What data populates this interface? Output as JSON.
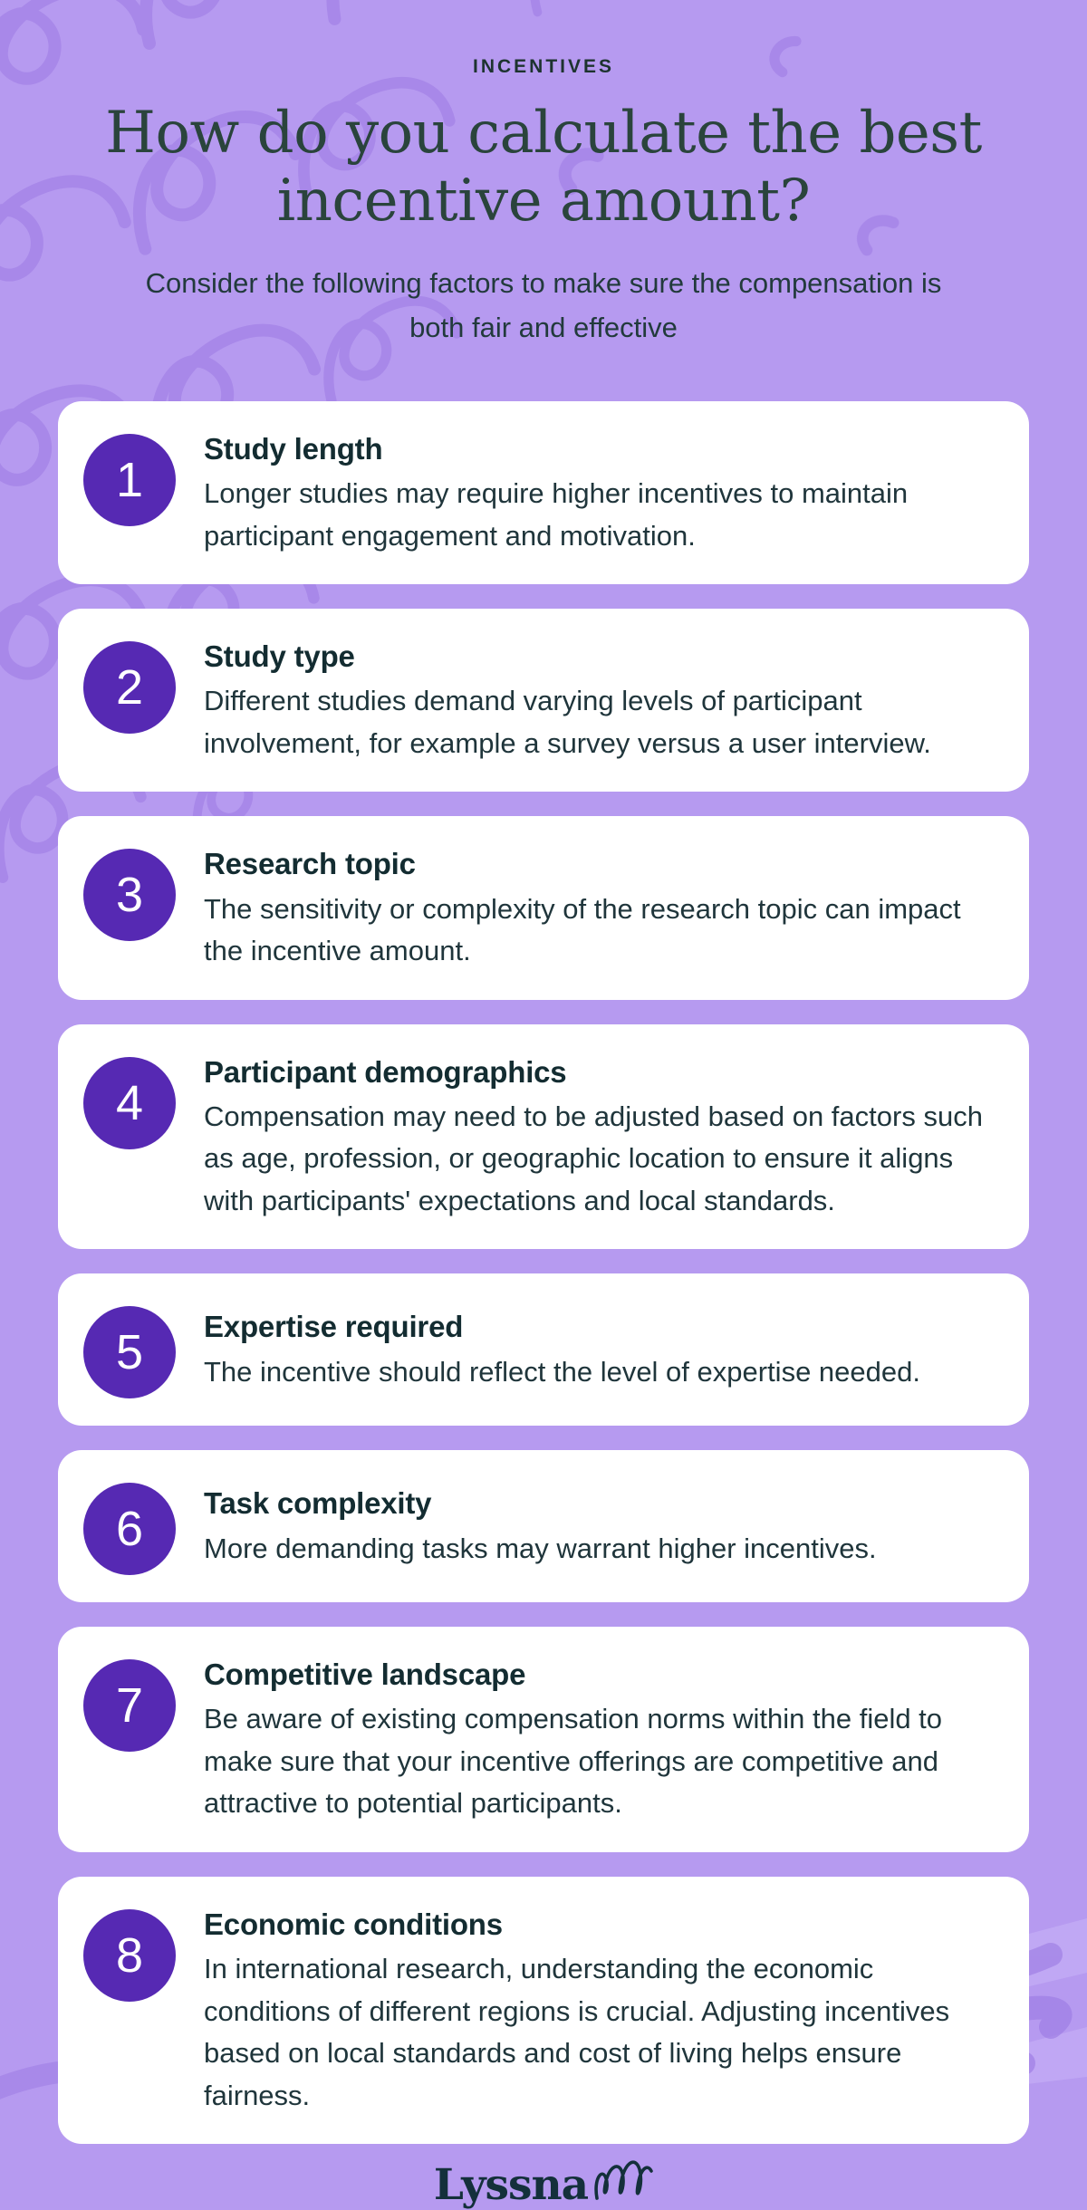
{
  "header": {
    "eyebrow": "INCENTIVES",
    "title_line1": "How do you calculate the best",
    "title_line2": "incentive amount?",
    "subtitle": "Consider the following factors to make sure the compensation is both fair and effective"
  },
  "cards": [
    {
      "number": "1",
      "title": "Study length",
      "description": "Longer studies may require higher incentives to maintain participant engagement and motivation."
    },
    {
      "number": "2",
      "title": "Study type",
      "description": "Different studies demand varying levels of participant involvement, for example a survey versus a user interview."
    },
    {
      "number": "3",
      "title": "Research topic",
      "description": "The sensitivity or complexity of the research topic can impact the incentive amount."
    },
    {
      "number": "4",
      "title": "Participant demographics",
      "description": "Compensation may need to be adjusted based on factors such as age, profession, or geographic location to ensure it aligns with participants' expectations and local standards."
    },
    {
      "number": "5",
      "title": "Expertise required",
      "description": "The incentive should reflect the level of expertise needed."
    },
    {
      "number": "6",
      "title": "Task complexity",
      "description": "More demanding tasks may warrant higher incentives."
    },
    {
      "number": "7",
      "title": "Competitive landscape",
      "description": "Be aware of existing compensation norms within the field to make sure that your incentive offerings are competitive and attractive to potential participants."
    },
    {
      "number": "8",
      "title": "Economic conditions",
      "description": "In international research, understanding the economic conditions of different regions is crucial. Adjusting incentives based on local standards and cost of living helps ensure fairness."
    }
  ],
  "footer": {
    "logo_text": "Lyssna"
  },
  "colors": {
    "background": "#b69af0",
    "card_background": "#ffffff",
    "number_circle": "#5629b3",
    "title_text": "#2a443c",
    "body_text": "#1f353b",
    "decoration_purple": "#9b77e2"
  }
}
